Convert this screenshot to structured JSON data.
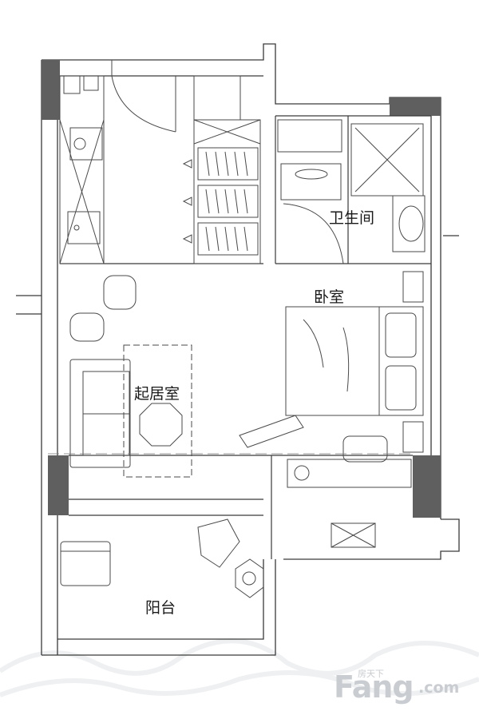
{
  "rooms": {
    "bathroom": "卫生间",
    "bedroom": "卧室",
    "living_room": "起居室",
    "balcony": "阳台"
  },
  "watermark": {
    "site_cn": "房天下",
    "brand": "Fang",
    "domain": ".com"
  },
  "colors": {
    "wall_line": "#3a3a3a",
    "column_fill": "#5f5f5f",
    "furniture_line": "#4a4a4a",
    "watermark": "#c9ccd0"
  }
}
